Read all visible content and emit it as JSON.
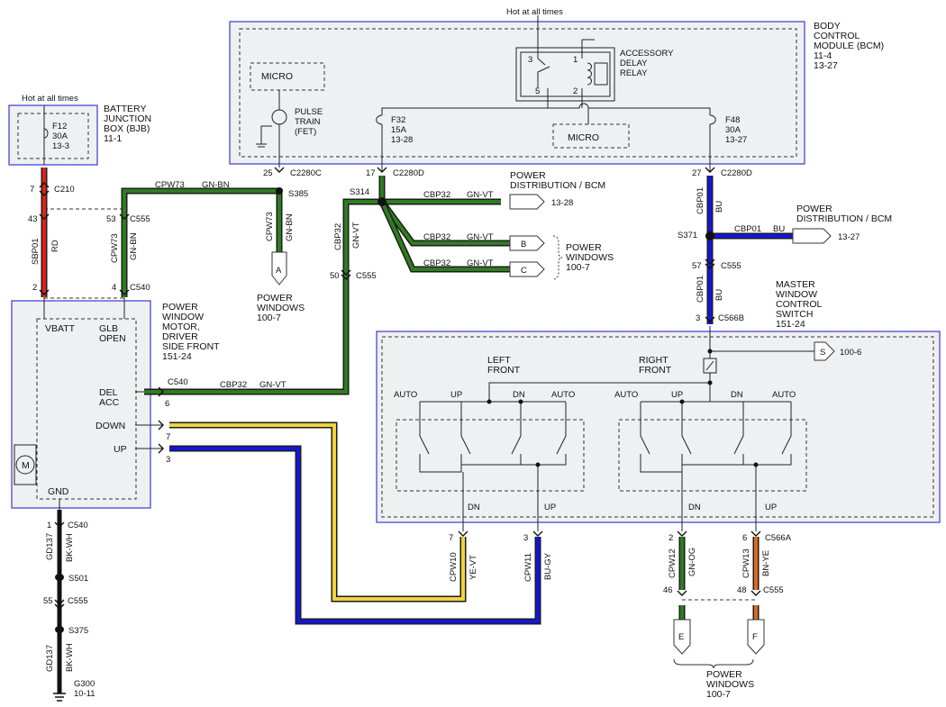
{
  "colors": {
    "wire_GN": "#2e7d1f",
    "wire_RD": "#e0211a",
    "wire_BU": "#1515d8",
    "wire_YE": "#f2d43c",
    "wire_OG": "#e06a1f",
    "module_border": "#3a3ad0",
    "module_fill": "#eef0f2",
    "background": "#ffffff"
  },
  "hot_bjb": "Hot at all times",
  "hot_bcm": "Hot at all times",
  "bjb": {
    "name": [
      "BATTERY",
      "JUNCTION",
      "BOX (BJB)",
      "11-1"
    ],
    "fuse": [
      "F12",
      "30A",
      "13-3"
    ]
  },
  "bcm": {
    "name": [
      "BODY",
      "CONTROL",
      "MODULE (BCM)",
      "11-4",
      "13-27"
    ],
    "micro_left": "MICRO",
    "micro_right": "MICRO",
    "pulse": [
      "PULSE",
      "TRAIN",
      "(FET)"
    ],
    "relay": [
      "ACCESSORY",
      "DELAY",
      "RELAY"
    ],
    "relay_pins": [
      "3",
      "1",
      "5",
      "2"
    ],
    "f32": [
      "F32",
      "15A",
      "13-28"
    ],
    "f48": [
      "F48",
      "30A",
      "13-27"
    ]
  },
  "motor": {
    "name": [
      "POWER",
      "WINDOW",
      "MOTOR,",
      "DRIVER",
      "SIDE FRONT",
      "151-24"
    ],
    "vbatt": "VBATT",
    "glb": [
      "GLB",
      "OPEN"
    ],
    "del": [
      "DEL",
      "ACC"
    ],
    "down": "DOWN",
    "up": "UP",
    "gnd": "GND",
    "m": "M"
  },
  "switch": {
    "name": [
      "MASTER",
      "WINDOW",
      "CONTROL",
      "SWITCH",
      "151-24"
    ],
    "left_front": [
      "LEFT",
      "FRONT"
    ],
    "right_front": [
      "RIGHT",
      "FRONT"
    ],
    "auto": "AUTO",
    "up": "UP",
    "dn": "DN",
    "s_ref": "100-6",
    "s_letter": "S"
  },
  "connectors": {
    "c210": "C210",
    "c555": "C555",
    "c540": "C540",
    "c2280c": "C2280C",
    "c2280d": "C2280D",
    "c566b": "C566B",
    "c566a": "C566A",
    "s385": "S385",
    "s314": "S314",
    "s371": "S371",
    "s501": "S501",
    "s375": "S375",
    "g300": [
      "G300",
      "10-11"
    ]
  },
  "pins": {
    "p7a": "7",
    "p43": "43",
    "p2": "2",
    "p53": "53",
    "p4": "4",
    "p25": "25",
    "p17": "17",
    "p27": "27",
    "p50": "50",
    "p57": "57",
    "p3b": "3",
    "p6": "6",
    "p7m": "7",
    "p3m": "3",
    "p1": "1",
    "p55": "55",
    "p7s": "7",
    "p3s": "3",
    "p2s": "2",
    "p6s": "6",
    "p46": "46",
    "p48": "48"
  },
  "wires": {
    "sbp01": "SBP01",
    "rd": "RD",
    "cpw73": "CPW73",
    "gnbn": "GN-BN",
    "cbp32": "CBP32",
    "gnvt": "GN-VT",
    "cbp01": "CBP01",
    "bu": "BU",
    "gd137": "GD137",
    "bkwh": "BK-WH",
    "cpw10": "CPW10",
    "yevt": "YE-VT",
    "cpw11": "CPW11",
    "bugy": "BU-GY",
    "cpw12": "CPW12",
    "gnog": "GN-OG",
    "cpw13": "CPW13",
    "bnye": "BN-YE"
  },
  "refs": {
    "pd_bcm_1": [
      "POWER",
      "DISTRIBUTION / BCM",
      "13-28"
    ],
    "pd_bcm_2": [
      "POWER",
      "DISTRIBUTION / BCM",
      "13-27"
    ],
    "pw_a": [
      "POWER",
      "WINDOWS",
      "100-7"
    ],
    "pw_bc": [
      "POWER",
      "WINDOWS",
      "100-7"
    ],
    "pw_ef": [
      "POWER",
      "WINDOWS",
      "100-7"
    ],
    "letters": [
      "A",
      "B",
      "C",
      "E",
      "F"
    ]
  }
}
